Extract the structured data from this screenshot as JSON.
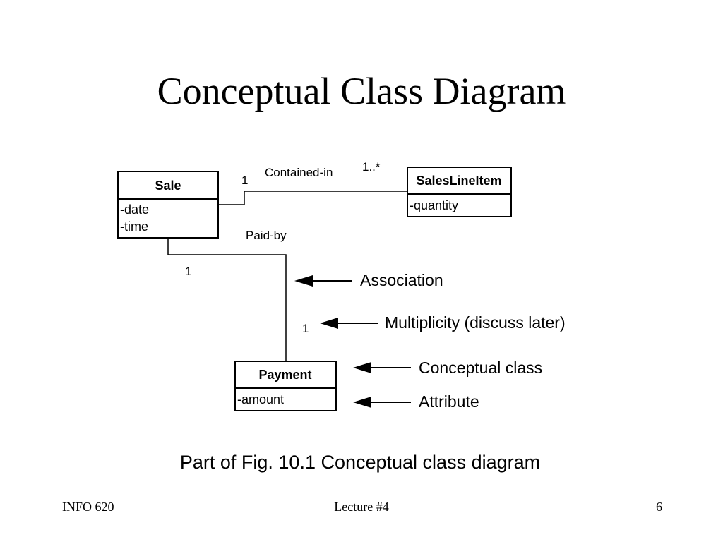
{
  "slide": {
    "title": "Conceptual Class Diagram",
    "caption": "Part of Fig. 10.1 Conceptual class diagram"
  },
  "classes": {
    "sale": {
      "name": "Sale",
      "attributes": [
        "-date",
        "-time"
      ]
    },
    "sales_line_item": {
      "name": "SalesLineItem",
      "attributes": [
        "-quantity"
      ]
    },
    "payment": {
      "name": "Payment",
      "attributes": [
        "-amount"
      ]
    }
  },
  "associations": {
    "contained_in": {
      "label": "Contained-in",
      "sale_end": "1",
      "item_end": "1..*"
    },
    "paid_by": {
      "label": "Paid-by",
      "sale_end": "1",
      "payment_end": "1"
    }
  },
  "callouts": {
    "association": "Association",
    "multiplicity": "Multiplicity (discuss later)",
    "conceptual_class": "Conceptual class",
    "attribute": "Attribute"
  },
  "footer": {
    "left": "INFO 620",
    "center": "Lecture #4",
    "right": "6"
  },
  "colors": {
    "line": "#000000",
    "background": "#ffffff"
  }
}
